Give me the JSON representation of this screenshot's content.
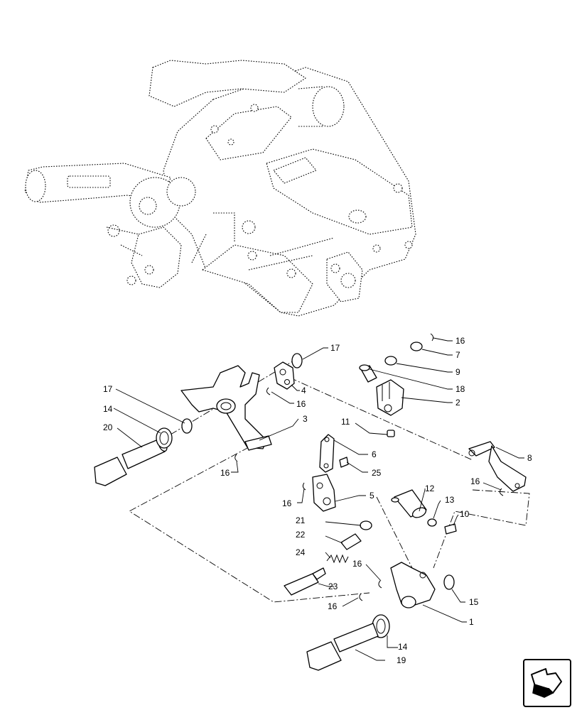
{
  "callouts": [
    {
      "id": "c16a",
      "text": "16"
    },
    {
      "id": "c7",
      "text": "7"
    },
    {
      "id": "c9",
      "text": "9"
    },
    {
      "id": "c18",
      "text": "18"
    },
    {
      "id": "c2",
      "text": "2"
    },
    {
      "id": "c17a",
      "text": "17"
    },
    {
      "id": "c4",
      "text": "4"
    },
    {
      "id": "c16b",
      "text": "16"
    },
    {
      "id": "c17b",
      "text": "17"
    },
    {
      "id": "c14a",
      "text": "14"
    },
    {
      "id": "c20",
      "text": "20"
    },
    {
      "id": "c3",
      "text": "3"
    },
    {
      "id": "c16c",
      "text": "16"
    },
    {
      "id": "c11",
      "text": "11"
    },
    {
      "id": "c6",
      "text": "6"
    },
    {
      "id": "c25",
      "text": "25"
    },
    {
      "id": "c8",
      "text": "8"
    },
    {
      "id": "c16d",
      "text": "16"
    },
    {
      "id": "c16e",
      "text": "16"
    },
    {
      "id": "c5",
      "text": "5"
    },
    {
      "id": "c12",
      "text": "12"
    },
    {
      "id": "c13",
      "text": "13"
    },
    {
      "id": "c10",
      "text": "10"
    },
    {
      "id": "c21",
      "text": "21"
    },
    {
      "id": "c22",
      "text": "22"
    },
    {
      "id": "c24",
      "text": "24"
    },
    {
      "id": "c16f",
      "text": "16"
    },
    {
      "id": "c23",
      "text": "23"
    },
    {
      "id": "c16g",
      "text": "16"
    },
    {
      "id": "c15",
      "text": "15"
    },
    {
      "id": "c1",
      "text": "1"
    },
    {
      "id": "c14b",
      "text": "14"
    },
    {
      "id": "c19",
      "text": "19"
    }
  ],
  "icons": {
    "nav": "next-page-arrow-icon",
    "assembly": "hydraulic-lift-housing-illustration"
  }
}
